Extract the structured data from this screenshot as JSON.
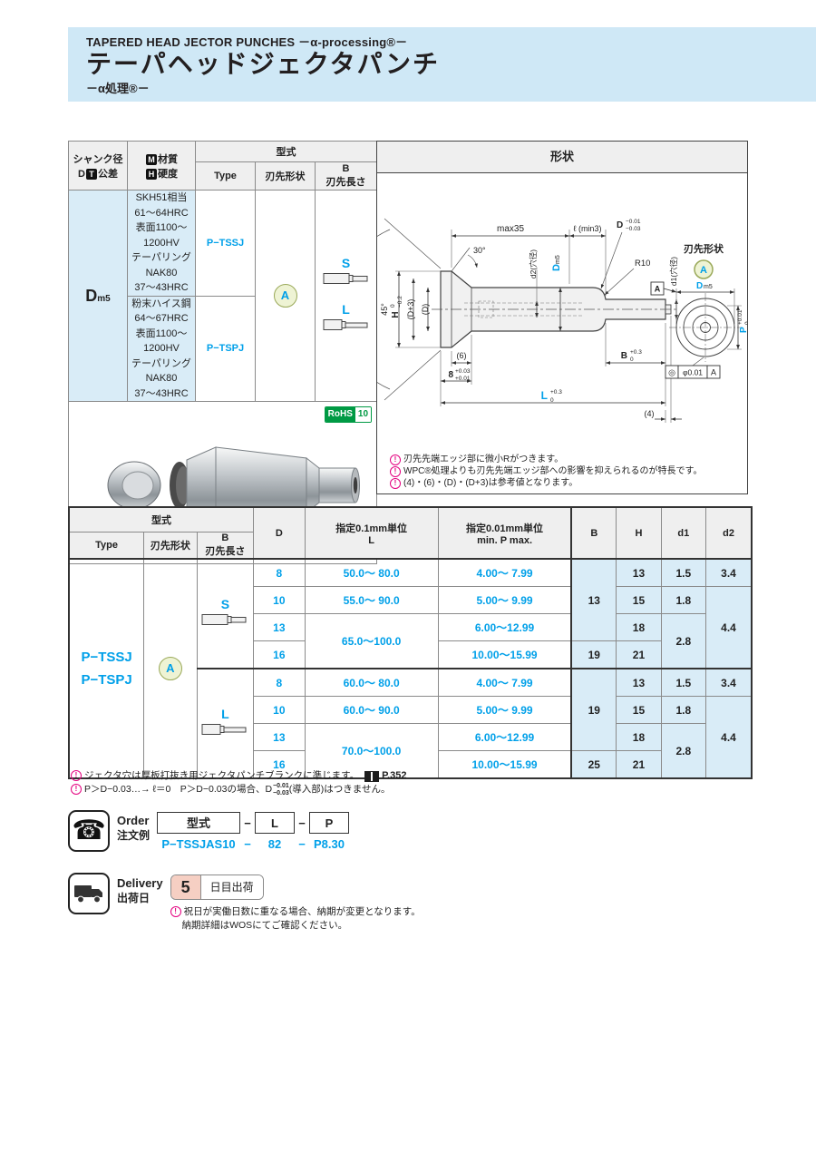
{
  "header": {
    "title_en": "TAPERED HEAD JECTOR PUNCHES －α-processing®－",
    "title_jp": "テーパヘッドジェクタパンチ",
    "subtitle": "－α処理®－"
  },
  "icons": {
    "note": "!",
    "phone": "☎",
    "rohs": "RoHS",
    "rohs_num": "10"
  },
  "spec_table": {
    "h_shank_line1": "シャンク径",
    "h_shank_d": "D",
    "h_shank_t": "T",
    "h_shank_tol": "公差",
    "h_mat_m": "M",
    "h_mat": "材質",
    "h_hard_h": "H",
    "h_hard": "硬度",
    "h_model": "型式",
    "h_type": "Type",
    "h_shape": "刃先形状",
    "h_blen": "B\n刃先長さ",
    "shank_d": "D",
    "shank_fit": "m5",
    "mat1": "SKH51相当\n61～64HRC\n表面1100～1200HV\nテーパリング\nNAK80\n37～43HRC",
    "type1": "P−TSSJ",
    "mat2": "粉末ハイス鋼\n64～67HRC\n表面1100～1200HV\nテーパリング\nNAK80\n37～43HRC",
    "type2": "P−TSPJ",
    "badge": "A",
    "tip_s": "S",
    "tip_l": "L"
  },
  "shape_panel": {
    "title": "形状",
    "tip_shape_label": "刃先形状",
    "badge": "A",
    "dims": {
      "max35": "max35",
      "ell": "ℓ (min3)",
      "d": "D",
      "d_up": "−0.01",
      "d_dn": "−0.03",
      "a30": "30°",
      "a45": "45°",
      "h": "H",
      "h_up": "0",
      "h_dn": "−0.2",
      "dp3": "(D+3)",
      "dpar": "(D)",
      "d2": "d2(穴径)",
      "dm": "D",
      "dm_sub": "m5",
      "r10": "R10",
      "d1": "d1(穴径)",
      "six": "(6)",
      "eight": "8",
      "eight_up": "+0.03",
      "eight_dn": "+0.01",
      "b": "B",
      "b_up": "+0.3",
      "b_dn": "0",
      "l": "L",
      "l_up": "+0.3",
      "l_dn": "0",
      "four": "(4)",
      "datum": "A",
      "p": "P",
      "p_up": "+0.01",
      "p_dn": "0",
      "fcf_sym": "◎",
      "fcf_val": "φ0.01",
      "fcf_datum": "A"
    },
    "notes": [
      "刃先先端エッジ部に微小Rがつきます。",
      "WPC®処理よりも刃先先端エッジ部への影響を抑えられるのが特長です。",
      "(4)・(6)・(D)・(D+3)は参考値となります。"
    ]
  },
  "main_table": {
    "h_model": "型式",
    "h_type": "Type",
    "h_shape": "刃先形状",
    "h_blen": "B\n刃先長さ",
    "h_d": "D",
    "h_l": "指定0.1mm単位\nL",
    "h_p": "指定0.01mm単位\nmin. P  max.",
    "h_b": "B",
    "h_h": "H",
    "h_d1": "d1",
    "h_d2": "d2",
    "type1": "P−TSSJ",
    "type2": "P−TSPJ",
    "badge": "A",
    "tip_s": "S",
    "tip_l": "L",
    "s_rows": [
      {
        "d": "8",
        "l": "50.0～ 80.0",
        "p": "4.00～ 7.99",
        "b": "13",
        "h": "13",
        "d1": "1.5",
        "d2": "3.4"
      },
      {
        "d": "10",
        "l": "55.0～ 90.0",
        "p": "5.00～ 9.99",
        "h": "15",
        "d1": "1.8",
        "d2": "4.4"
      },
      {
        "d": "13",
        "l": "65.0～100.0",
        "p": "6.00～12.99",
        "h": "18",
        "d1": "2.8"
      },
      {
        "d": "16",
        "p": "10.00～15.99",
        "b": "19",
        "h": "21"
      }
    ],
    "l_rows": [
      {
        "d": "8",
        "l": "60.0～ 80.0",
        "p": "4.00～ 7.99",
        "b": "19",
        "h": "13",
        "d1": "1.5",
        "d2": "3.4"
      },
      {
        "d": "10",
        "l": "60.0～ 90.0",
        "p": "5.00～ 9.99",
        "h": "15",
        "d1": "1.8",
        "d2": "4.4"
      },
      {
        "d": "13",
        "l": "70.0～100.0",
        "p": "6.00～12.99",
        "h": "18",
        "d1": "2.8"
      },
      {
        "d": "16",
        "p": "10.00～15.99",
        "b": "25",
        "h": "21"
      }
    ]
  },
  "footnotes": {
    "n1": "ジェクタ穴は厚板打抜き用ジェクタパンチブランクに準じます。",
    "n1_ref": "P.352",
    "n2a": "P＞D−0.03…→ ℓ＝0　P＞D−0.03の場合、D",
    "n2_up": "−0.01",
    "n2_dn": "−0.03",
    "n2b": "(導入部)はつきません。"
  },
  "order": {
    "label_en": "Order",
    "label_jp": "注文例",
    "box_model": "型式",
    "box_l": "L",
    "box_p": "P",
    "dash": "−",
    "ex_model": "P−TSSJAS10",
    "ex_l": "82",
    "ex_p": "P8.30"
  },
  "delivery": {
    "label_en": "Delivery",
    "label_jp": "出荷日",
    "days": "5",
    "badge": "日目出荷",
    "note1": "祝日が実働日数に重なる場合、納期が変更となります。",
    "note2": "納期詳細はWOSにてご確認ください。"
  }
}
